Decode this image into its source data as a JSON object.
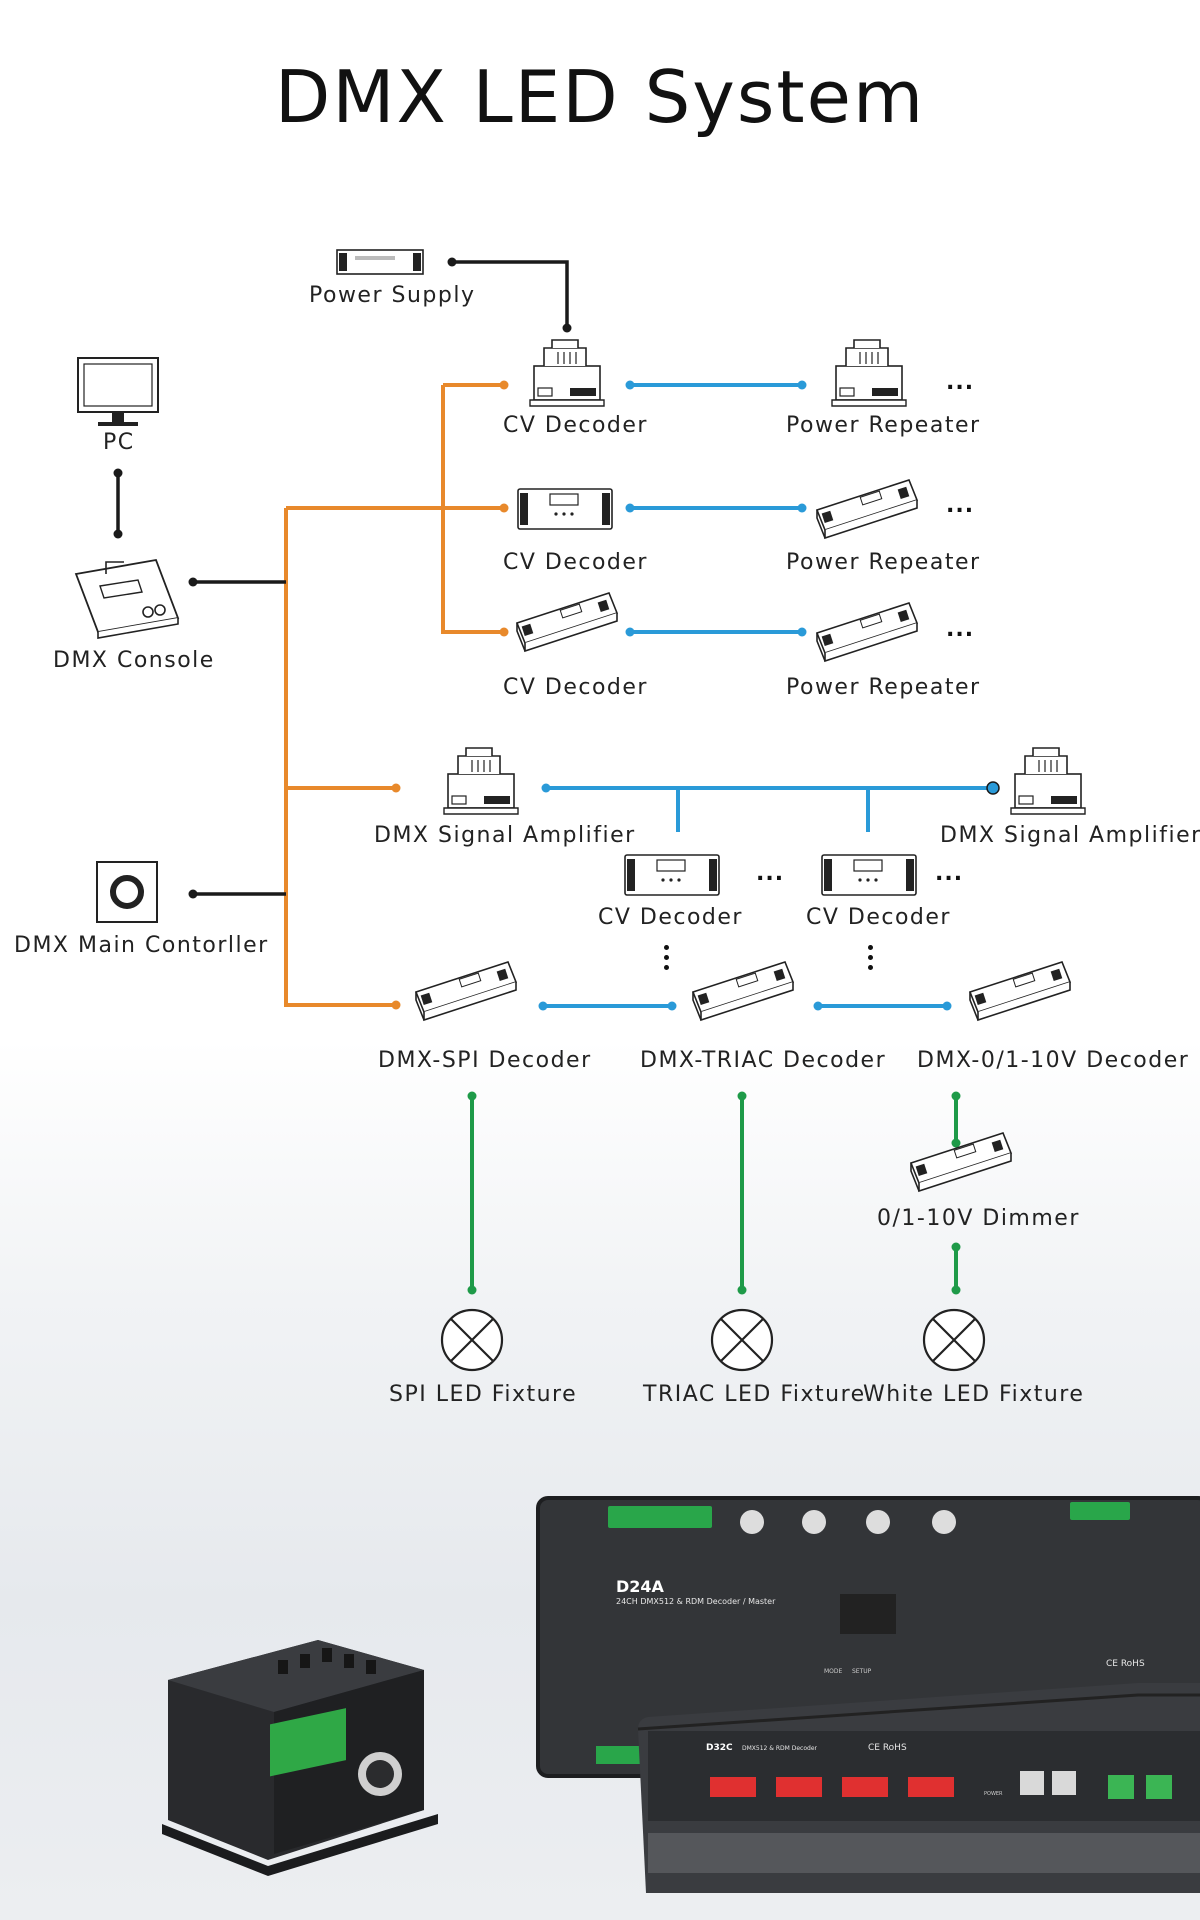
{
  "title": "DMX LED System",
  "nodes": {
    "power_supply": "Power Supply",
    "pc": "PC",
    "dmx_console": "DMX Console",
    "dmx_main_controller": "DMX Main Contorller",
    "cv_decoder": "CV Decoder",
    "power_repeater": "Power Repeater",
    "dmx_signal_amplifier": "DMX Signal Amplifier",
    "dmx_spi_decoder": "DMX-SPI Decoder",
    "dmx_triac_decoder": "DMX-TRIAC Decoder",
    "dmx_010_decoder": "DMX-0/1-10V Decoder",
    "dimmer_010": "0/1-10V Dimmer",
    "spi_fixture": "SPI LED Fixture",
    "triac_fixture": "TRIAC LED Fixture",
    "white_fixture": "White LED Fixture"
  },
  "ellipsis": "...",
  "products": {
    "d24a_model": "D24A",
    "d24a_desc": "24CH DMX512 & RDM Decoder / Master",
    "d32c_model": "D32C",
    "d32c_desc": "DMX512 & RDM Decoder",
    "rohs": "CE RoHS",
    "power": "POWER",
    "mode": "MODE",
    "setup": "SETUP"
  },
  "colors": {
    "orange": "#E8892B",
    "blue": "#2A9AD8",
    "green": "#1E9A48",
    "black": "#1a1a1a"
  }
}
